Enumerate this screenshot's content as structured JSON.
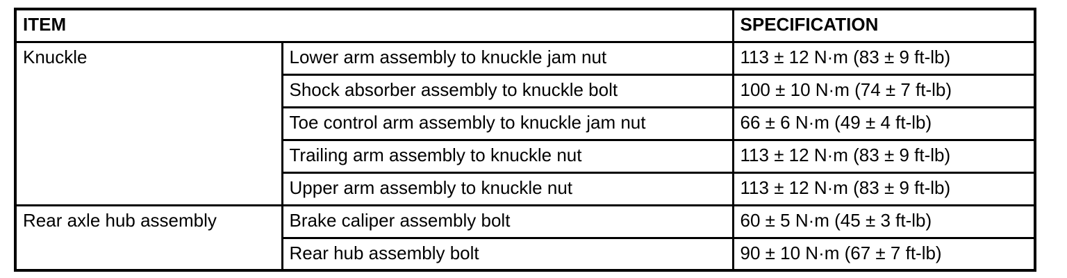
{
  "table": {
    "headers": {
      "item": "ITEM",
      "specification": "SPECIFICATION"
    },
    "groups": [
      {
        "item": "Knuckle",
        "rows": [
          {
            "component": "Lower arm assembly to knuckle jam nut",
            "spec": "113 ± 12 N·m (83 ± 9 ft-lb)"
          },
          {
            "component": "Shock absorber assembly to knuckle bolt",
            "spec": "100 ± 10 N·m (74 ± 7 ft-lb)"
          },
          {
            "component": "Toe control arm assembly to knuckle jam nut",
            "spec": "66 ± 6 N·m (49 ± 4 ft-lb)"
          },
          {
            "component": "Trailing arm assembly to knuckle nut",
            "spec": "113 ± 12 N·m (83 ± 9 ft-lb)"
          },
          {
            "component": "Upper arm assembly to knuckle nut",
            "spec": "113 ± 12 N·m (83 ± 9 ft-lb)"
          }
        ]
      },
      {
        "item": "Rear axle hub assembly",
        "rows": [
          {
            "component": "Brake caliper assembly bolt",
            "spec": "60 ± 5 N·m (45 ± 3 ft-lb)"
          },
          {
            "component": "Rear hub assembly bolt",
            "spec": "90 ± 10 N·m (67 ± 7 ft-lb)"
          }
        ]
      }
    ],
    "colors": {
      "border": "#000000",
      "text": "#000000",
      "background": "#ffffff"
    }
  }
}
